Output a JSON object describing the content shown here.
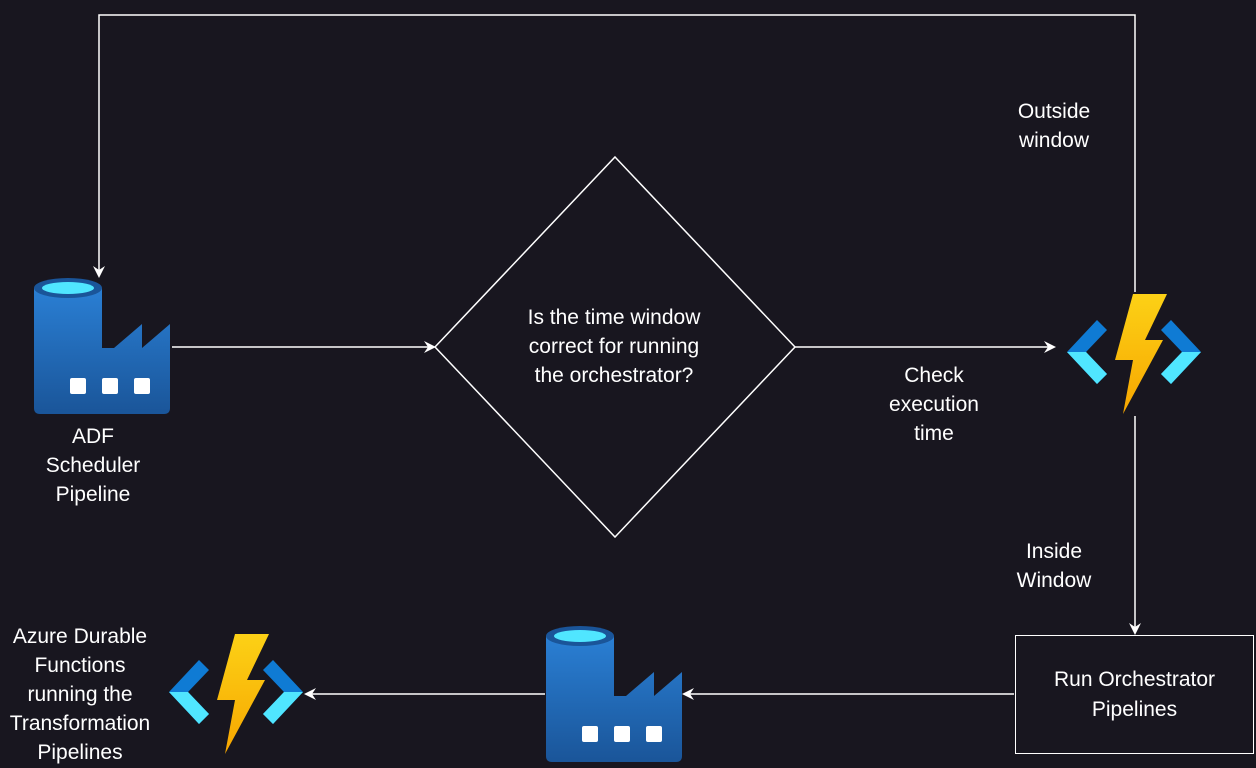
{
  "colors": {
    "background": "#18161f",
    "line": "#ffffff",
    "factory_blue": "#1f6ab8",
    "factory_blue_dark": "#1a5599",
    "cylinder_top": "#50e6ff",
    "function_blue": "#0f7bd4",
    "function_cyan": "#50e6ff",
    "bolt_yellow": "#fcd116",
    "bolt_orange": "#f7a600"
  },
  "nodes": {
    "adf_scheduler": {
      "label": "ADF\nScheduler\nPipeline",
      "icon": "data-factory-icon"
    },
    "decision": {
      "label": "Is the time window\ncorrect for running\nthe orchestrator?"
    },
    "function_check": {
      "icon": "azure-function-icon"
    },
    "run_orchestrator": {
      "label": "Run Orchestrator\nPipelines"
    },
    "adf_orchestrator": {
      "icon": "data-factory-icon"
    },
    "durable_functions": {
      "label": "Azure Durable\nFunctions\nrunning the\nTransformation\nPipelines",
      "icon": "azure-function-icon"
    }
  },
  "edges": {
    "check_execution": {
      "label": "Check\nexecution\ntime"
    },
    "outside_window": {
      "label": "Outside\nwindow"
    },
    "inside_window": {
      "label": "Inside\nWindow"
    }
  }
}
